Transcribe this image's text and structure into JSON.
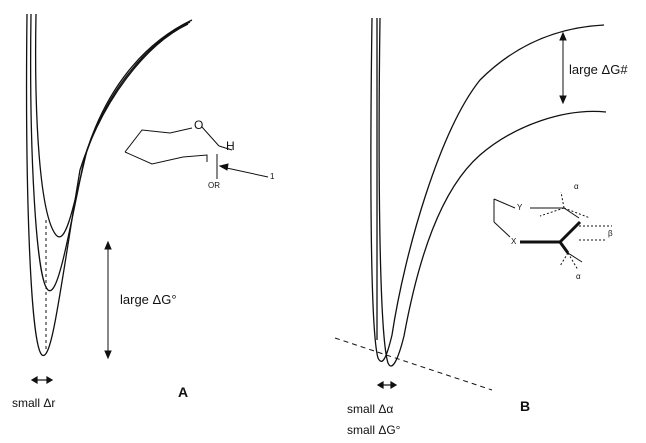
{
  "panel_a": {
    "letter": "A",
    "energy_label": "large ΔG°",
    "distance_label": "small Δr",
    "ring_o": "O",
    "ring_h": "H",
    "ring_or": "OR",
    "ring_arrow_label": "1"
  },
  "panel_b": {
    "letter": "B",
    "barrier_label": "large ΔG#",
    "angle_label": "small Δα",
    "energy_label": "small ΔG°",
    "frag_y": "Y",
    "frag_x": "X",
    "alpha_top": "α",
    "alpha_bottom": "α",
    "frag_side": "β"
  },
  "colors": {
    "ink": "#111111",
    "background": "#ffffff"
  }
}
